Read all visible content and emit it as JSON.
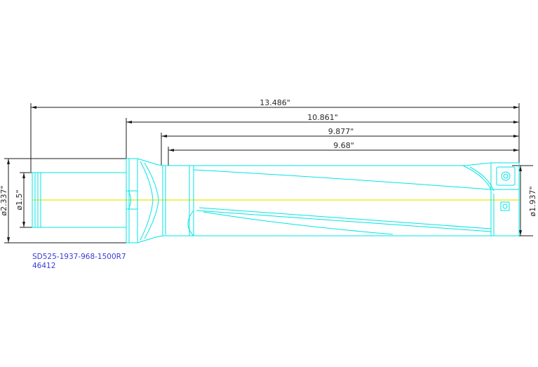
{
  "dimensions": {
    "overall_length": "13.486\"",
    "length_from_flange": "10.861\"",
    "length_from_neck": "9.877\"",
    "flute_length": "9.68\"",
    "flange_diameter": "ø2.337\"",
    "shank_diameter": "ø1.5\"",
    "drill_diameter": "ø1.937\""
  },
  "part_label": {
    "part_number": "SD525-1937-968-1500R7",
    "item_code": "46412"
  },
  "colors": {
    "background": "#ffffff",
    "outline": "#00e5e5",
    "dimension_line": "#1a1a1a",
    "centerline": "#e8e800",
    "label_text": "#3b3bd6"
  }
}
